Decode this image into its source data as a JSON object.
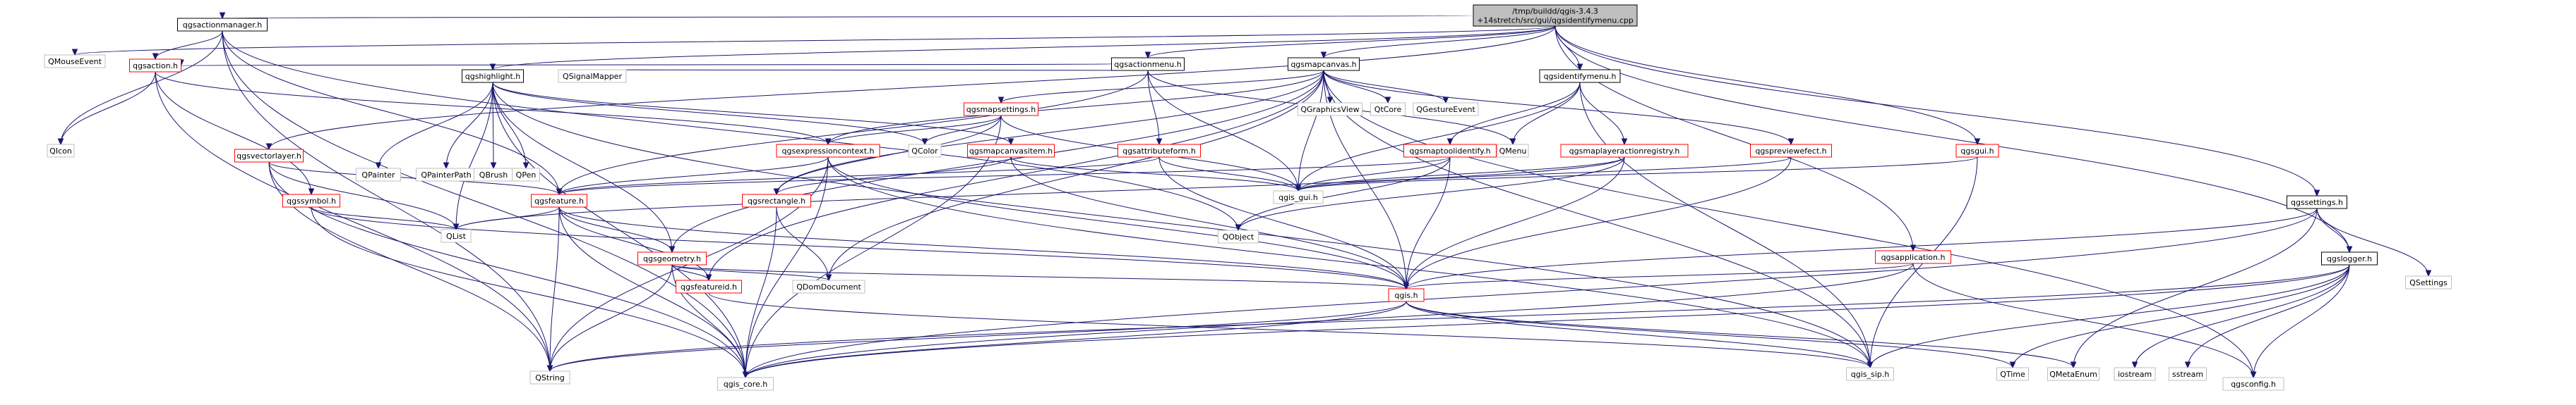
{
  "diagram": {
    "type": "include-dependency-graph",
    "root": "/tmp/buildd/qgis-3.4.3\n+14stretch/src/gui/qgsidentifymenu.cpp",
    "nodes": [
      {
        "id": "root",
        "label": "/tmp/buildd/qgis-3.4.3\n+14stretch/src/gui/qgsidentifymenu.cpp",
        "style": "root"
      },
      {
        "id": "QMouseEvent",
        "label": "QMouseEvent",
        "style": "gray"
      },
      {
        "id": "qgsactionmanager",
        "label": "qgsactionmanager.h",
        "style": "black"
      },
      {
        "id": "qgsaction",
        "label": "qgsaction.h",
        "style": "red"
      },
      {
        "id": "QIcon",
        "label": "QIcon",
        "style": "gray"
      },
      {
        "id": "qgsactionmenu",
        "label": "qgsactionmenu.h",
        "style": "black"
      },
      {
        "id": "qgshighlight",
        "label": "qgshighlight.h",
        "style": "black"
      },
      {
        "id": "QSignalMapper",
        "label": "QSignalMapper",
        "style": "gray"
      },
      {
        "id": "qgsmapcanvas",
        "label": "qgsmapcanvas.h",
        "style": "black"
      },
      {
        "id": "qgsmapsettings",
        "label": "qgsmapsettings.h",
        "style": "red"
      },
      {
        "id": "QGraphicsView",
        "label": "QGraphicsView",
        "style": "gray"
      },
      {
        "id": "QtCore",
        "label": "QtCore",
        "style": "gray"
      },
      {
        "id": "QGestureEvent",
        "label": "QGestureEvent",
        "style": "gray"
      },
      {
        "id": "qgsidentifymenu",
        "label": "qgsidentifymenu.h",
        "style": "black"
      },
      {
        "id": "QMenu",
        "label": "QMenu",
        "style": "gray"
      },
      {
        "id": "qgsmaptoolidentify",
        "label": "qgsmaptoolidentify.h",
        "style": "red"
      },
      {
        "id": "qgsmaplayeractionregistry",
        "label": "qgsmaplayeractionregistry.h",
        "style": "red"
      },
      {
        "id": "qgspreviewefect",
        "label": "qgspreviewefect.h",
        "style": "red"
      },
      {
        "id": "qgsgui",
        "label": "qgsgui.h",
        "style": "red"
      },
      {
        "id": "qgssettings",
        "label": "qgssettings.h",
        "style": "black"
      },
      {
        "id": "qgsvectorlayer",
        "label": "qgsvectorlayer.h",
        "style": "red"
      },
      {
        "id": "QPainter",
        "label": "QPainter",
        "style": "gray"
      },
      {
        "id": "QPainterPath",
        "label": "QPainterPath",
        "style": "gray"
      },
      {
        "id": "QBrush",
        "label": "QBrush",
        "style": "gray"
      },
      {
        "id": "QPen",
        "label": "QPen",
        "style": "gray"
      },
      {
        "id": "qgsexpressioncontext",
        "label": "qgsexpressioncontext.h",
        "style": "red"
      },
      {
        "id": "QColor",
        "label": "QColor",
        "style": "gray"
      },
      {
        "id": "qgsmapcanvasitem",
        "label": "qgsmapcanvasitem.h",
        "style": "red"
      },
      {
        "id": "qgsattributeform",
        "label": "qgsattributeform.h",
        "style": "red"
      },
      {
        "id": "qgs_gui",
        "label": "qgis_gui.h",
        "style": "gray"
      },
      {
        "id": "QObject",
        "label": "QObject",
        "style": "gray"
      },
      {
        "id": "qgssymbol",
        "label": "qgssymbol.h",
        "style": "red"
      },
      {
        "id": "qgsfeature",
        "label": "qgsfeature.h",
        "style": "red"
      },
      {
        "id": "qgsrectangle",
        "label": "qgsrectangle.h",
        "style": "red"
      },
      {
        "id": "QList",
        "label": "QList",
        "style": "gray"
      },
      {
        "id": "qgsgeometry",
        "label": "qgsgeometry.h",
        "style": "red"
      },
      {
        "id": "qgsfeatureid",
        "label": "qgsfeatureid.h",
        "style": "red"
      },
      {
        "id": "QDomDocument",
        "label": "QDomDocument",
        "style": "gray"
      },
      {
        "id": "qgsapplication",
        "label": "qgsapplication.h",
        "style": "red"
      },
      {
        "id": "qgis",
        "label": "qgis.h",
        "style": "red"
      },
      {
        "id": "qgslogger",
        "label": "qgslogger.h",
        "style": "black"
      },
      {
        "id": "QSettings",
        "label": "QSettings",
        "style": "gray"
      },
      {
        "id": "QString",
        "label": "QString",
        "style": "gray"
      },
      {
        "id": "qgis_core",
        "label": "qgis_core.h",
        "style": "gray"
      },
      {
        "id": "qgis_sip",
        "label": "qgis_sip.h",
        "style": "gray"
      },
      {
        "id": "QTime",
        "label": "QTime",
        "style": "gray"
      },
      {
        "id": "QMetaEnum",
        "label": "QMetaEnum",
        "style": "gray"
      },
      {
        "id": "iostream",
        "label": "iostream",
        "style": "gray"
      },
      {
        "id": "sstream",
        "label": "sstream",
        "style": "gray"
      },
      {
        "id": "qgsconfig",
        "label": "qgsconfig.h",
        "style": "gray"
      }
    ],
    "edges": [
      [
        "root",
        "QMouseEvent"
      ],
      [
        "root",
        "qgsactionmanager"
      ],
      [
        "root",
        "qgsactionmenu"
      ],
      [
        "root",
        "qgsmapcanvas"
      ],
      [
        "root",
        "qgsidentifymenu"
      ],
      [
        "root",
        "qgsgui"
      ],
      [
        "root",
        "qgsapplication"
      ],
      [
        "root",
        "qgssettings"
      ],
      [
        "root",
        "qgslogger"
      ],
      [
        "root",
        "qgshighlight"
      ],
      [
        "root",
        "qgsvectorlayer"
      ],
      [
        "qgsactionmanager",
        "qgsaction"
      ],
      [
        "qgsactionmanager",
        "QIcon"
      ],
      [
        "qgsactionmanager",
        "QString"
      ],
      [
        "qgsactionmanager",
        "qgis_core"
      ],
      [
        "qgsactionmanager",
        "qgsfeature"
      ],
      [
        "qgsactionmanager",
        "QObject"
      ],
      [
        "qgsaction",
        "QIcon"
      ],
      [
        "qgsaction",
        "QString"
      ],
      [
        "qgsaction",
        "qgsexpressioncontext"
      ],
      [
        "qgsaction",
        "qgssymbol"
      ],
      [
        "qgsactionmenu",
        "QSignalMapper"
      ],
      [
        "qgsactionmenu",
        "qgsaction"
      ],
      [
        "qgsactionmenu",
        "qgsfeature"
      ],
      [
        "qgsactionmenu",
        "qgsattributeform"
      ],
      [
        "qgsactionmenu",
        "qgs_gui"
      ],
      [
        "qgsactionmenu",
        "QMenu"
      ],
      [
        "qgsmapcanvas",
        "qgsmapsettings"
      ],
      [
        "qgsmapcanvas",
        "QGraphicsView"
      ],
      [
        "qgsmapcanvas",
        "QtCore"
      ],
      [
        "qgsmapcanvas",
        "QGestureEvent"
      ],
      [
        "qgsmapcanvas",
        "qgs_gui"
      ],
      [
        "qgsmapcanvas",
        "qgis"
      ],
      [
        "qgsmapcanvas",
        "qgsexpressioncontext"
      ],
      [
        "qgsmapcanvas",
        "qgsrectangle"
      ],
      [
        "qgsmapcanvas",
        "qgsconfig"
      ],
      [
        "qgsmapcanvas",
        "qgspreviewefect"
      ],
      [
        "qgsmapcanvas",
        "qgsfeatureid"
      ],
      [
        "qgsmapcanvas",
        "QDomDocument"
      ],
      [
        "qgsmapcanvas",
        "qgis_sip"
      ],
      [
        "qgsmapcanvas",
        "qgsgeometry"
      ],
      [
        "qgsidentifymenu",
        "QMenu"
      ],
      [
        "qgsidentifymenu",
        "qgsmaptoolidentify"
      ],
      [
        "qgsidentifymenu",
        "qgsmaplayeractionregistry"
      ],
      [
        "qgsidentifymenu",
        "qgs_gui"
      ],
      [
        "qgsidentifymenu",
        "qgis_sip"
      ],
      [
        "qgshighlight",
        "QPainter"
      ],
      [
        "qgshighlight",
        "QPainterPath"
      ],
      [
        "qgshighlight",
        "QBrush"
      ],
      [
        "qgshighlight",
        "QPen"
      ],
      [
        "qgshighlight",
        "QColor"
      ],
      [
        "qgshighlight",
        "qgsmapcanvasitem"
      ],
      [
        "qgshighlight",
        "QList"
      ],
      [
        "qgshighlight",
        "qgsgeometry"
      ],
      [
        "qgshighlight",
        "qgis_sip"
      ],
      [
        "qgshighlight",
        "qgis_core"
      ],
      [
        "qgsmapsettings",
        "QColor"
      ],
      [
        "qgsmapsettings",
        "qgsexpressioncontext"
      ],
      [
        "qgsmapsettings",
        "qgsrectangle"
      ],
      [
        "qgsmapsettings",
        "qgis_core"
      ],
      [
        "qgsmapsettings",
        "qgs_gui"
      ],
      [
        "qgsexpressioncontext",
        "qgsfeature"
      ],
      [
        "qgsexpressioncontext",
        "qgis_core"
      ],
      [
        "qgsexpressioncontext",
        "QString"
      ],
      [
        "qgsexpressioncontext",
        "qgis"
      ],
      [
        "qgsexpressioncontext",
        "qgis_sip"
      ],
      [
        "qgsmapcanvasitem",
        "qgs_gui"
      ],
      [
        "qgsmapcanvasitem",
        "qgsrectangle"
      ],
      [
        "qgsmapcanvasitem",
        "qgis"
      ],
      [
        "qgsattributeform",
        "qgs_gui"
      ],
      [
        "qgsattributeform",
        "qgsfeature"
      ],
      [
        "qgsattributeform",
        "qgis"
      ],
      [
        "qgsmaptoolidentify",
        "QObject"
      ],
      [
        "qgsmaptoolidentify",
        "qgs_gui"
      ],
      [
        "qgsmaptoolidentify",
        "qgsfeature"
      ],
      [
        "qgsmaptoolidentify",
        "qgis"
      ],
      [
        "qgsmaplayeractionregistry",
        "QObject"
      ],
      [
        "qgsmaplayeractionregistry",
        "qgs_gui"
      ],
      [
        "qgsmaplayeractionregistry",
        "qgis"
      ],
      [
        "qgsmaplayeractionregistry",
        "QList"
      ],
      [
        "qgspreviewefect",
        "qgs_gui"
      ],
      [
        "qgspreviewefect",
        "qgis"
      ],
      [
        "qgsgui",
        "qgs_gui"
      ],
      [
        "qgsgui",
        "qgis_sip"
      ],
      [
        "qgsvectorlayer",
        "qgsfeature"
      ],
      [
        "qgsvectorlayer",
        "QList"
      ],
      [
        "qgsvectorlayer",
        "qgis_core"
      ],
      [
        "qgsvectorlayer",
        "QString"
      ],
      [
        "qgssymbol",
        "QList"
      ],
      [
        "qgssymbol",
        "qgis"
      ],
      [
        "qgssymbol",
        "qgis_core"
      ],
      [
        "qgsfeature",
        "QList"
      ],
      [
        "qgsfeature",
        "qgsgeometry"
      ],
      [
        "qgsfeature",
        "qgsfeatureid"
      ],
      [
        "qgsfeature",
        "qgis_core"
      ],
      [
        "qgsfeature",
        "QString"
      ],
      [
        "qgsfeature",
        "qgis"
      ],
      [
        "qgsrectangle",
        "qgis_core"
      ],
      [
        "qgsrectangle",
        "QDomDocument"
      ],
      [
        "qgsgeometry",
        "qgsfeatureid"
      ],
      [
        "qgsgeometry",
        "QDomDocument"
      ],
      [
        "qgsgeometry",
        "qgis_core"
      ],
      [
        "qgsgeometry",
        "QString"
      ],
      [
        "qgsgeometry",
        "qgis"
      ],
      [
        "qgsfeatureid",
        "qgis_sip"
      ],
      [
        "qgsapplication",
        "qgis"
      ],
      [
        "qgsapplication",
        "qgis_core"
      ],
      [
        "qgsapplication",
        "qgsconfig"
      ],
      [
        "qgssettings",
        "QSettings"
      ],
      [
        "qgssettings",
        "qgis_core"
      ],
      [
        "qgssettings",
        "qgis"
      ],
      [
        "qgssettings",
        "qgslogger"
      ],
      [
        "qgssettings",
        "QMetaEnum"
      ],
      [
        "qgis",
        "QString"
      ],
      [
        "qgis",
        "qgis_core"
      ],
      [
        "qgis",
        "qgis_sip"
      ],
      [
        "qgis",
        "QTime"
      ],
      [
        "qgis",
        "QMetaEnum"
      ],
      [
        "qgslogger",
        "iostream"
      ],
      [
        "qgslogger",
        "sstream"
      ],
      [
        "qgslogger",
        "QString"
      ],
      [
        "qgslogger",
        "qgis_core"
      ],
      [
        "qgslogger",
        "qgsconfig"
      ],
      [
        "qgslogger",
        "QTime"
      ],
      [
        "qgslogger",
        "qgis_sip"
      ]
    ]
  },
  "colors": {
    "edge": "#191970",
    "root_fill": "#bfbfbf",
    "documented_border": "#000000",
    "undocumented_border": "#ff0000",
    "external_border": "#bfbfbf"
  }
}
